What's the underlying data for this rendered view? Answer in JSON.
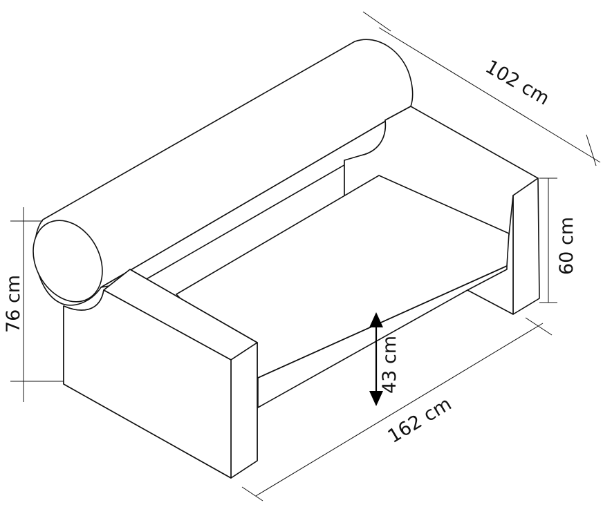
{
  "dimensions": {
    "depth": "102 cm",
    "back_height": "60 cm",
    "total_height": "76 cm",
    "seat_height": "43 cm",
    "length": "162 cm"
  }
}
